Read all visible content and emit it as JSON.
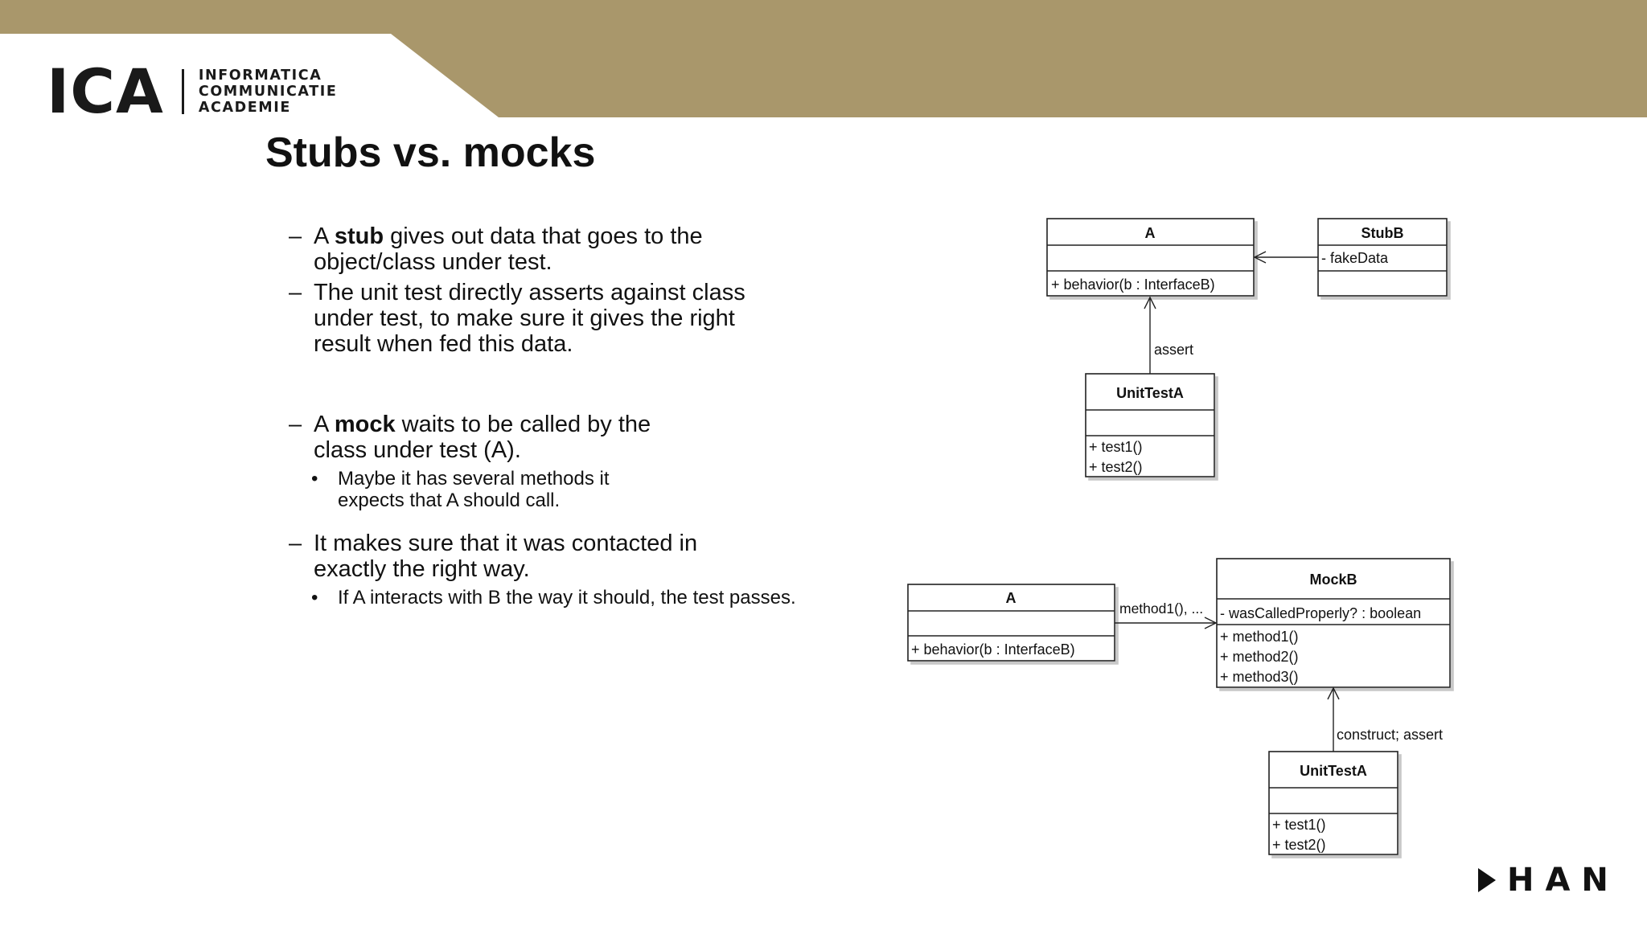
{
  "logo": {
    "mark": "ICA",
    "line1": "INFORMATICA",
    "line2": "COMMUNICATIE",
    "line3": "ACADEMIE"
  },
  "slide_title": "Stubs vs. mocks",
  "bullets": {
    "stub_prefix": "A ",
    "stub_bold": "stub",
    "stub_rest": " gives out data that goes to the object/class under test.",
    "assert_text": "The unit test directly asserts against class under test, to make sure it gives the right result when fed this data.",
    "mock_prefix": "A ",
    "mock_bold": "mock",
    "mock_rest": " waits to be called by the class under test (A).",
    "mock_sub": "Maybe it has several methods it expects that A should call.",
    "contact_text": "It makes sure that it was contacted in exactly the right way.",
    "contact_sub": "If A interacts with B the way it should, the test passes."
  },
  "diagram_top": {
    "a_name": "A",
    "a_method": "+ behavior(b : InterfaceB)",
    "stub_name": "StubB",
    "stub_attr": "- fakeData",
    "assert_label": "assert",
    "test_name": "UnitTestA",
    "test_m1": "+ test1()",
    "test_m2": "+ test2()"
  },
  "diagram_bottom": {
    "a_name": "A",
    "a_method": "+ behavior(b : InterfaceB)",
    "call_label": "method1(), ...",
    "mock_name": "MockB",
    "mock_attr": "- wasCalledProperly? : boolean",
    "mock_m1": "+ method1()",
    "mock_m2": "+ method2()",
    "mock_m3": "+ method3()",
    "construct_label": "construct; assert",
    "test_name": "UnitTestA",
    "test_m1": "+ test1()",
    "test_m2": "+ test2()"
  },
  "footer": {
    "brand": "HAN"
  },
  "colors": {
    "banner": "#a9976b"
  }
}
